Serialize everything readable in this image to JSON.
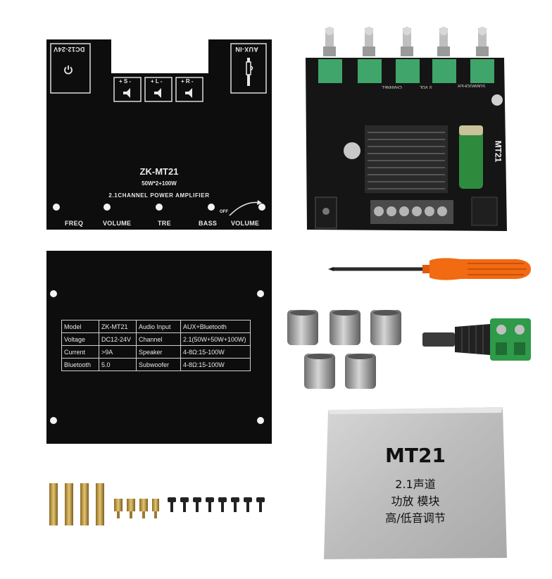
{
  "front_panel": {
    "power_label": "DC12-24V",
    "aux_label": "AUX-IN",
    "speaker_terminals": [
      "+ S -",
      "+ L -",
      "+ R -"
    ],
    "model": "ZK-MT21",
    "power_rating": "50W*2+100W",
    "description": "2.1CHANNEL POWER AMPLIFIER",
    "off_label": "OFF",
    "knob_labels": [
      "FREQ",
      "VOLUME",
      "TRE",
      "BASS",
      "VOLUME"
    ]
  },
  "pcb": {
    "labels": [
      "SUBWOOFER",
      "CHANNEL",
      "S VOL",
      "MT21"
    ]
  },
  "spec_table": {
    "rows": [
      [
        "Model",
        "ZK-MT21",
        "Audio Input",
        "AUX+Bluetooth"
      ],
      [
        "Voltage",
        "DC12-24V",
        "Channel",
        "2.1(50W+50W+100W)"
      ],
      [
        "Current",
        ">9A",
        "Speaker",
        "4-8Ω:15-100W"
      ],
      [
        "Bluetooth",
        "5.0",
        "Subwoofer",
        "4-8Ω:15-100W"
      ]
    ]
  },
  "box": {
    "title": "MT21",
    "lines": [
      "2.1声道",
      "功放 模块",
      "高/低音调节"
    ]
  },
  "colors": {
    "panel_black": "#0d0d0d",
    "screwdriver_orange": "#f26a12",
    "terminal_green": "#2e9a4a",
    "brass": "#c9a24a",
    "box_gray": "#bdbdbd"
  }
}
